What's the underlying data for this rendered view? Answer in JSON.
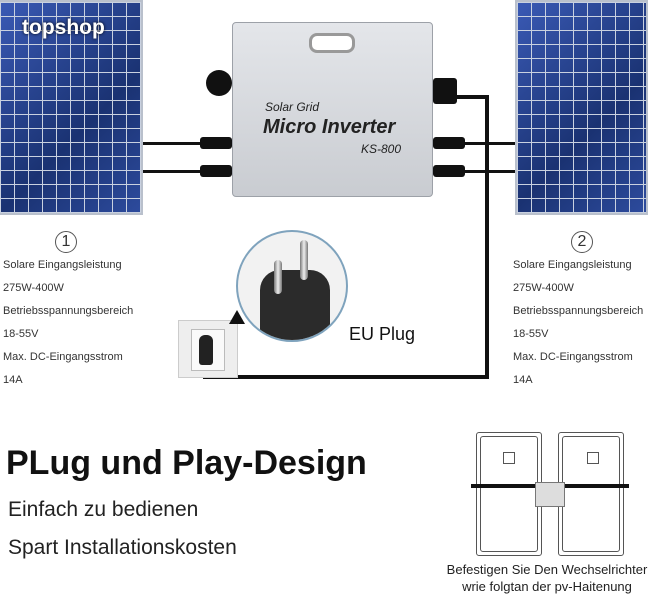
{
  "brand": "topshop",
  "inverter": {
    "line1": "Solar Grid",
    "line2": "Micro Inverter",
    "model": "KS-800"
  },
  "plug_label": "EU Plug",
  "left": {
    "number": "1",
    "lines": [
      "Solare Eingangsleistung",
      "275W-400W",
      "Betriebsspannungsbereich",
      "18-55V",
      "Max. DC-Eingangsstrom",
      "14A"
    ]
  },
  "right": {
    "number": "2",
    "lines": [
      "Solare Eingangsleistung",
      "275W-400W",
      "Betriebsspannungsbereich",
      "18-55V",
      "Max. DC-Eingangsstrom",
      "14A"
    ]
  },
  "headline": "PLug und Play-Design",
  "features": [
    "Einfach zu bedienen",
    "Spart Installationskosten"
  ],
  "caption": [
    "Befestigen Sie Den Wechselrichter",
    "wrie folgtan der pv-Haitenung"
  ]
}
